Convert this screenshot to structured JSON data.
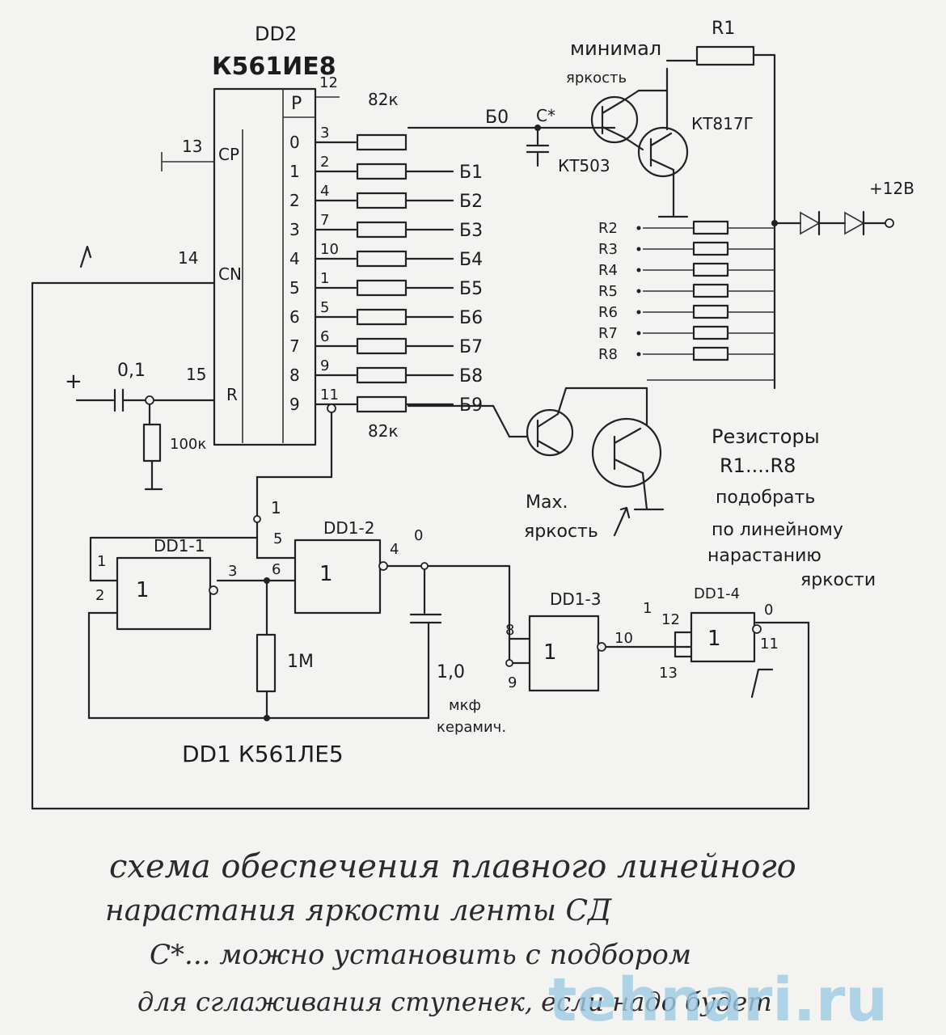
{
  "dd2": {
    "name": "DD2",
    "part": "К561ИЕ8",
    "pin_p": "P",
    "pin_12": "12",
    "cp": "CP",
    "pin_13": "13",
    "cn": "CN",
    "pin_14": "14",
    "r": "R",
    "pin_15": "15",
    "outputs": [
      "0",
      "1",
      "2",
      "3",
      "4",
      "5",
      "6",
      "7",
      "8",
      "9"
    ],
    "pins": [
      "3",
      "2",
      "4",
      "7",
      "10",
      "1",
      "5",
      "6",
      "9",
      "11"
    ]
  },
  "res": {
    "top": "82к",
    "bottom": "82к",
    "r100k": "100к",
    "r1m": "1М",
    "labels": [
      "R1",
      "R2",
      "R3",
      "R4",
      "R5",
      "R6",
      "R7",
      "R8"
    ]
  },
  "bus": [
    "Б0",
    "Б1",
    "Б2",
    "Б3",
    "Б4",
    "Б5",
    "Б6",
    "Б7",
    "Б8",
    "Б9"
  ],
  "cap": {
    "c01": "0,1",
    "plus": "+",
    "cstar": "С*",
    "c1": "1,0",
    "mkf": "мкф",
    "ker": "керамич."
  },
  "trans": {
    "kt503": "КТ503",
    "kt817": "КТ817Г"
  },
  "power": {
    "v12": "+12В"
  },
  "labels": {
    "min": "минимал",
    "min2": "яркость",
    "max": "Мах.",
    "max2": "яркость",
    "resistors": "Резисторы",
    "r1r8": "R1....R8",
    "podobrat": "подобрать",
    "linear": "по линейному",
    "narast": "нарастанию",
    "yark": "яркости"
  },
  "dd1": {
    "title": "DD1   К561ЛЕ5",
    "g1": "DD1-1",
    "g2": "DD1-2",
    "g3": "DD1-3",
    "g4": "DD1-4",
    "one": "1",
    "p1": "1",
    "p2": "2",
    "p3": "3",
    "p4": "4",
    "p5": "5",
    "p6": "6",
    "p8": "8",
    "p9": "9",
    "p10": "10",
    "p11": "11",
    "p12": "12",
    "p13": "13",
    "n1": "1",
    "n0": "0",
    "n0b": "0",
    "n1b": "1"
  },
  "caption": [
    "схема обеспечения плавного линейного",
    "нарастания яркости ленты СД",
    "С*... можно установить с подбором",
    "для сглаживания ступенек, если надо будет"
  ],
  "watermark": "tehnari.ru"
}
